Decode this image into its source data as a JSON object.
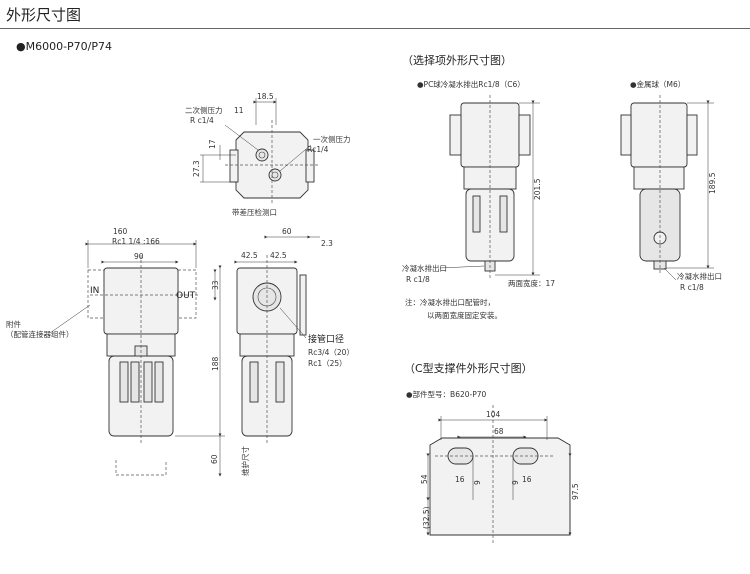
{
  "page_title": "外形尺寸图",
  "model": "●M6000-P70/P74",
  "main": {
    "port_secondary": "二次侧压力",
    "port_secondary_size": "R c1/4",
    "port_primary": "一次侧压力",
    "port_primary_size": "Rc1/4",
    "gauge_port": "带差压检测口",
    "attachment": "附件",
    "attachment_note": "（配管连接器组件）",
    "in_label": "IN",
    "out_label": "OUT",
    "pipe_label": "接管口径",
    "pipe_size1": "Rc3/4（20）",
    "pipe_size2": "Rc1（25）",
    "maint": "维护尺寸",
    "dims": {
      "d18_5": "18.5",
      "d11": "11",
      "d17": "17",
      "d27_3": "27.3",
      "d160": "160",
      "rc166": "Rc1 1/4 :166",
      "d90": "90",
      "d33": "33",
      "d188": "188",
      "d60v": "60",
      "d60": "60",
      "d2_3": "2.3",
      "d42_5a": "42.5",
      "d42_5b": "42.5"
    }
  },
  "options": {
    "title": "（选择项外形尺寸图）",
    "pc_bowl": "●PC球冷凝水排出Rc1/8（C6）",
    "metal_bowl": "●金属球（M6）",
    "d201_5": "201.5",
    "d189_5": "189.5",
    "drain_label": "冷凝水排出口",
    "drain_size": "R c1/8",
    "width_across": "两面宽度：17",
    "note1": "注：冷凝水排出口配管时，",
    "note2": "以两面宽度固定安装。"
  },
  "bracket": {
    "title": "（C型支撑件外形尺寸图）",
    "part": "●部件型号：B620-P70",
    "d104": "104",
    "d68": "68",
    "d9a": "9",
    "d9b": "9",
    "d16a": "16",
    "d16b": "16",
    "d54": "54",
    "d97_5": "97.5",
    "d32_5": "(32.5)"
  }
}
